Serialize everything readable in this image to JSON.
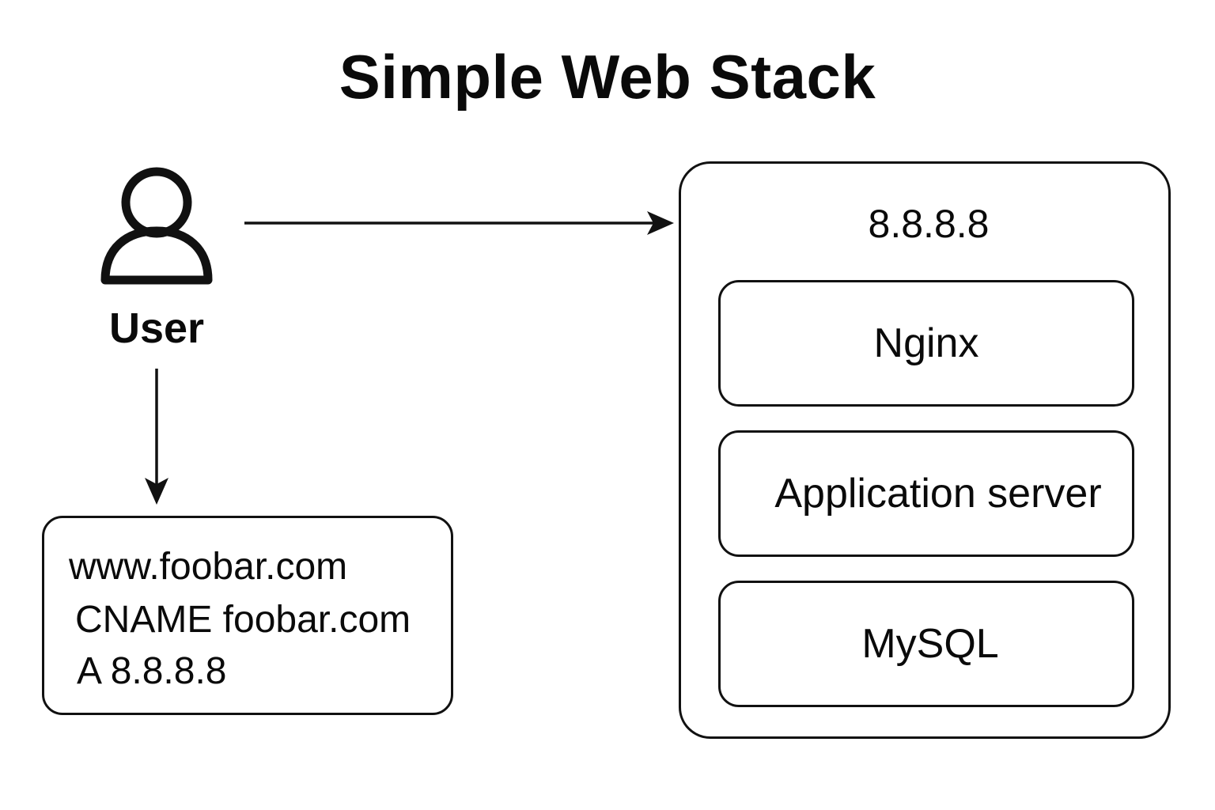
{
  "title": "Simple Web Stack",
  "user": {
    "label": "User",
    "icon": "user-icon"
  },
  "dns_record": {
    "lines": [
      "www.foobar.com",
      "CNAME foobar.com",
      "A  8.8.8.8"
    ]
  },
  "server": {
    "ip": "8.8.8.8",
    "components": [
      "Nginx",
      "Application server",
      "MySQL"
    ]
  },
  "colors": {
    "stroke": "#111111",
    "background": "#ffffff"
  }
}
